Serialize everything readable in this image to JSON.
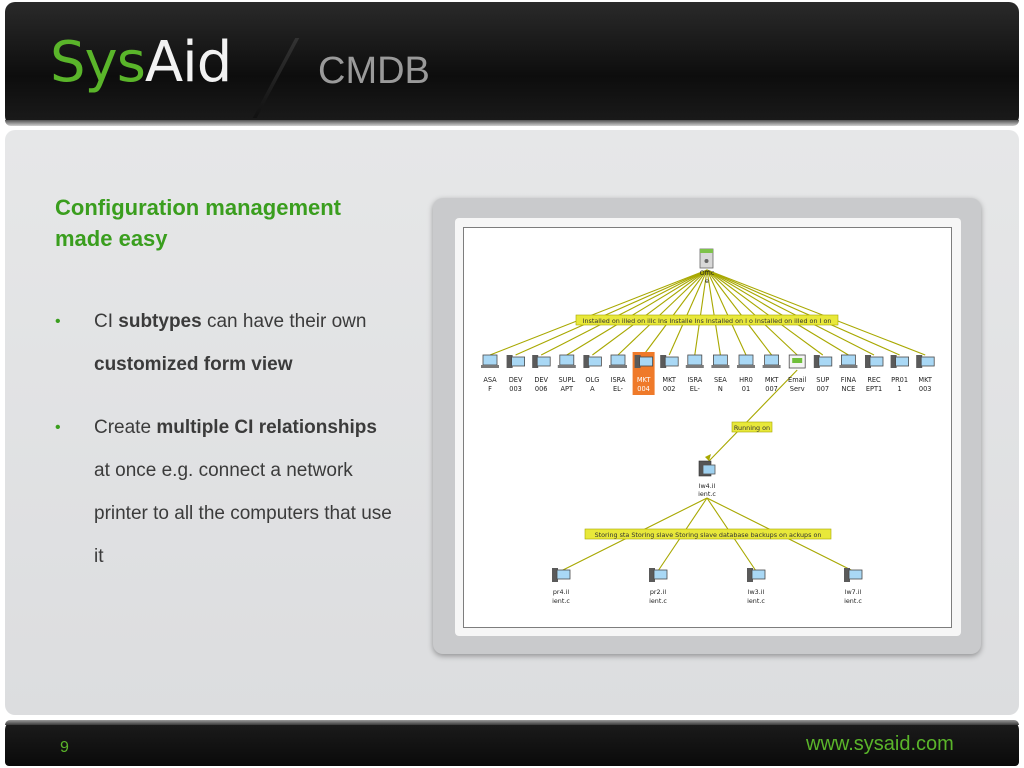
{
  "header": {
    "logo_sys": "Sys",
    "logo_aid": "Aid",
    "title": "CMDB"
  },
  "slide": {
    "heading": "Configuration management made easy",
    "bullet1": {
      "pre": "CI ",
      "bold1": "subtypes",
      "mid": " can have their own ",
      "bold2": "customized form view"
    },
    "bullet2": {
      "pre": "Create ",
      "bold1": "multiple CI relationships",
      "post": " at once e.g. connect a network printer to all the computers that use it"
    }
  },
  "diagram": {
    "root": {
      "label1": "Offic",
      "label2": "e"
    },
    "top_relation_label": "Installed on illed on illc Ins Installe Ins Installed on I o Installed on illed on I on",
    "computers": [
      {
        "l1": "ASA",
        "l2": "F",
        "selected": false,
        "type": "laptop"
      },
      {
        "l1": "DEV",
        "l2": "003",
        "selected": false,
        "type": "desktop"
      },
      {
        "l1": "DEV",
        "l2": "006",
        "selected": false,
        "type": "desktop"
      },
      {
        "l1": "SUPL",
        "l2": "APT",
        "selected": false,
        "type": "laptop"
      },
      {
        "l1": "OLG",
        "l2": "A",
        "selected": false,
        "type": "desktop"
      },
      {
        "l1": "ISRA",
        "l2": "EL-",
        "selected": false,
        "type": "laptop"
      },
      {
        "l1": "MKT",
        "l2": "004",
        "selected": true,
        "type": "desktop"
      },
      {
        "l1": "MKT",
        "l2": "002",
        "selected": false,
        "type": "desktop"
      },
      {
        "l1": "ISRA",
        "l2": "EL-",
        "selected": false,
        "type": "laptop"
      },
      {
        "l1": "SEA",
        "l2": "N",
        "selected": false,
        "type": "laptop"
      },
      {
        "l1": "HR0",
        "l2": "01",
        "selected": false,
        "type": "laptop"
      },
      {
        "l1": "MKT",
        "l2": "007",
        "selected": false,
        "type": "laptop"
      },
      {
        "l1": "Email",
        "l2": "Serv",
        "selected": false,
        "type": "server"
      },
      {
        "l1": "SUP",
        "l2": "007",
        "selected": false,
        "type": "desktop"
      },
      {
        "l1": "FINA",
        "l2": "NCE",
        "selected": false,
        "type": "laptop"
      },
      {
        "l1": "REC",
        "l2": "EPT1",
        "selected": false,
        "type": "desktop"
      },
      {
        "l1": "PR01",
        "l2": "1",
        "selected": false,
        "type": "desktop"
      },
      {
        "l1": "MKT",
        "l2": "003",
        "selected": false,
        "type": "desktop"
      }
    ],
    "running_on_label": "Running on",
    "server": {
      "label1": "lw4.il",
      "label2": "ient.c"
    },
    "storing_label": "Storing sta Storing slave Storing slave database backups on ackups on",
    "bottom_nodes": [
      {
        "l1": "pr4.il",
        "l2": "ient.c"
      },
      {
        "l1": "pr2.il",
        "l2": "ient.c"
      },
      {
        "l1": "lw3.il",
        "l2": "ient.c"
      },
      {
        "l1": "lw7.il",
        "l2": "ient.c"
      }
    ],
    "colors": {
      "edge": "#a8a800",
      "label_bg": "#e8e83a",
      "selected": "#ef7a2a"
    }
  },
  "footer": {
    "page": "9",
    "url": "www.sysaid.com"
  }
}
